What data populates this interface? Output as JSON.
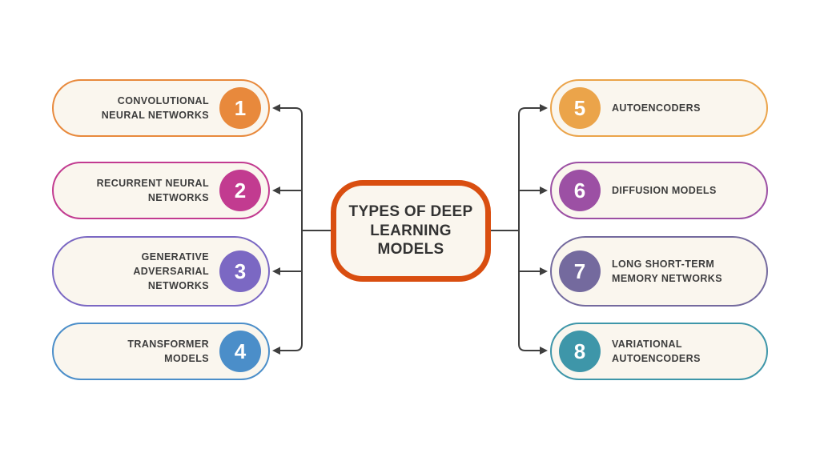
{
  "center": {
    "lines": [
      "TYPES OF DEEP",
      "LEARNING",
      "MODELS"
    ],
    "border_color": "#d94e10"
  },
  "left_items": [
    {
      "number": "1",
      "label": "CONVOLUTIONAL NEURAL NETWORKS",
      "color": "#e8893c"
    },
    {
      "number": "2",
      "label": "RECURRENT NEURAL NETWORKS",
      "color": "#c23b90"
    },
    {
      "number": "3",
      "label": "GENERATIVE ADVERSARIAL NETWORKS",
      "color": "#7b68c3"
    },
    {
      "number": "4",
      "label": "TRANSFORMER MODELS",
      "color": "#4b8ec9"
    }
  ],
  "right_items": [
    {
      "number": "5",
      "label": "AUTOENCODERS",
      "color": "#eba44a"
    },
    {
      "number": "6",
      "label": "DIFFUSION MODELS",
      "color": "#9c50a4"
    },
    {
      "number": "7",
      "label": "LONG SHORT-TERM MEMORY NETWORKS",
      "color": "#746a9e"
    },
    {
      "number": "8",
      "label": "VARIATIONAL AUTOENCODERS",
      "color": "#3e96a9"
    }
  ],
  "colors": {
    "background": "#ffffff",
    "pill_background": "#faf6ee",
    "connector": "#3f3f3f",
    "label_text": "#3d3d3d",
    "number_text": "#ffffff"
  }
}
